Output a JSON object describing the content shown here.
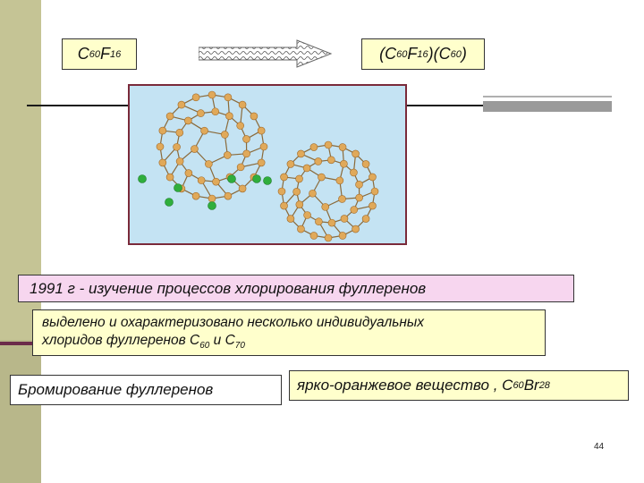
{
  "top": {
    "left_formula": {
      "main1": "C",
      "sub1": "60",
      "main2": "F",
      "sub2": "16"
    },
    "right_formula": {
      "part1": "(C",
      "sub1": "60",
      "part2": "F",
      "sub2": "16",
      "part3": ")(C",
      "sub3": "60",
      "part4": ")"
    }
  },
  "statement": "1991 г - изучение процессов хлорирования фуллеренов",
  "detail": {
    "line1": "выделено и охарактеризовано несколько индивидуальных",
    "line2_prefix": "хлоридов фуллеренов С",
    "sub_a": "60",
    "line2_mid": " и С",
    "sub_b": "70"
  },
  "bromination_label": "Бромирование фуллеренов",
  "result": {
    "prefix": "ярко-оранжевое вещество , C",
    "sub1": "60",
    "mid": "Br",
    "sub2": "28"
  },
  "slide_number": "44",
  "colors": {
    "side_band": "#c5c495",
    "yellow_box": "#ffffcc",
    "pink_box": "#f7d6ef",
    "molecule_bg": "#c4e3f3",
    "molecule_border": "#7a2a3a",
    "carbon_atom": "#e0a95a",
    "chlorine_atom": "#2fae3c"
  }
}
